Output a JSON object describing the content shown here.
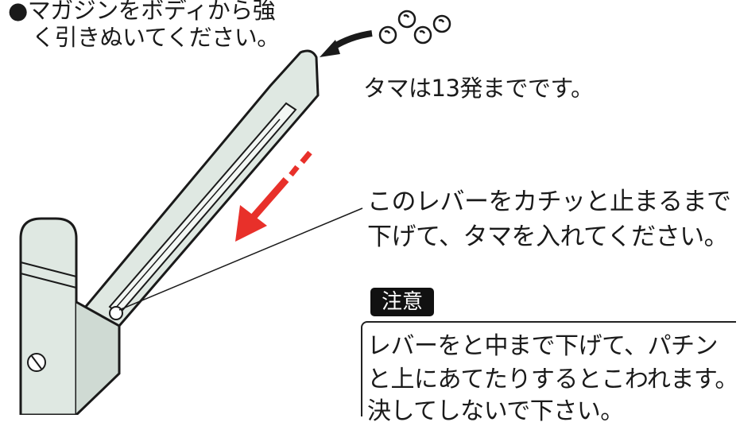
{
  "instructions": {
    "line1": "●マガジンをボディから強",
    "line2": "く引きぬいてください。"
  },
  "ammo_note": "タマは13発までです。",
  "lever_instruction": {
    "line1": "このレバーをカチッと止まるまで",
    "line2": "下げて、タマを入れてください。"
  },
  "caution": {
    "badge": "注意",
    "line1": "レバーをと中まで下げて、パチン",
    "line2": "と上にあてたりするとこわれます。",
    "line3": "決してしないで下さい。"
  },
  "colors": {
    "magazine_fill": "#dfe8e2",
    "arrow_red": "#e8302a",
    "outline": "#1a1a1a"
  }
}
